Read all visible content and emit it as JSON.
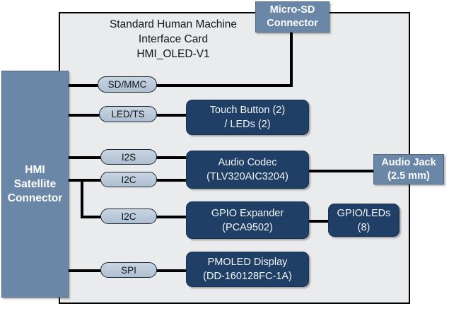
{
  "diagram": {
    "title": "Standard Human Machine Interface Card HMI_OLED-V1",
    "card": {
      "label": "Standard Human Machine\nInterface Card\nHMI_OLED-V1"
    },
    "connectors": {
      "satellite": {
        "label": "HMI\nSatellite\nConnector"
      },
      "micro_sd": {
        "label": "Micro-SD\nConnector"
      },
      "audio_jack": {
        "label": "Audio Jack\n(2.5 mm)"
      }
    },
    "blocks": [
      {
        "id": "touch-button-leds",
        "label": "Touch Button (2)\n/ LEDs (2)"
      },
      {
        "id": "audio-codec",
        "label": "Audio Codec\n(TLV320AIC3204)"
      },
      {
        "id": "gpio-expander",
        "label": "GPIO Expander\n(PCA9502)"
      },
      {
        "id": "gpio-leds",
        "label": "GPIO/LEDs\n(8)"
      },
      {
        "id": "pmoled-display",
        "label": "PMOLED Display\n(DD-160128FC-1A)"
      }
    ],
    "buses": [
      {
        "id": "sd-mmc",
        "label": "SD/MMC"
      },
      {
        "id": "led-ts",
        "label": "LED/TS"
      },
      {
        "id": "i2s",
        "label": "I2S"
      },
      {
        "id": "i2c-codec",
        "label": "I2C"
      },
      {
        "id": "i2c-expander",
        "label": "I2C"
      },
      {
        "id": "spi",
        "label": "SPI"
      }
    ],
    "colors": {
      "card_fill": "#eaebec",
      "card_border": "#000000",
      "connector_fill": "#6b87a8",
      "block_fill": "#1f3f66",
      "pill_fill": "#b8c6d6",
      "wire": "#000000",
      "page_background": "#ffffff"
    }
  }
}
